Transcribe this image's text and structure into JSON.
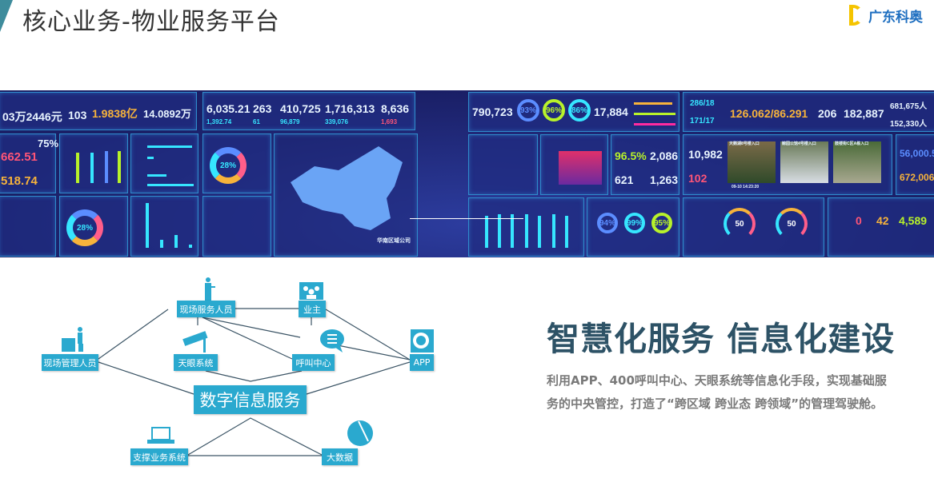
{
  "header": {
    "title": "核心业务-物业服务平台",
    "logo_text": "广东科奥"
  },
  "dashboard": {
    "digits_a": "03万2446元",
    "digits_b": "103",
    "val_c": "1.9838亿",
    "val_d": "14.0892万",
    "v1": "662.51",
    "v2": "75%",
    "v3": "518.74",
    "donut1": "28%",
    "donut2": "28%",
    "k1": "6,035.21",
    "k2": "263",
    "k3": "410,725",
    "k4": "1,716,313",
    "k5": "8,636",
    "k1s": "1,392.74",
    "k2s": "61",
    "k3s": "96,879",
    "k4s": "339,076",
    "k5s": "1,693",
    "map_label": "华南区域公司",
    "m1": "790,723",
    "g1": "93%",
    "g2": "96%",
    "g3": "86%",
    "m2": "17,884",
    "s1": "286/18",
    "s2": "171/17",
    "s3": "126.062/86.291",
    "s4": "206",
    "s5": "182,887",
    "s6": "681,675人",
    "s7": "152,330人",
    "e1": "96.5%",
    "e2": "2,086",
    "e3": "621",
    "e4": "1,263",
    "p1": "10,982",
    "p2": "102",
    "cam1": "天鹅湖8号楼入口",
    "cam2": "鲸园公馆4号楼入口",
    "cam3": "鼓楼街C区A栋入口",
    "cam_time": "09-10 14:23:20",
    "r1": "56,000.5",
    "r2": "672,006",
    "h1": "94%",
    "h2": "99%",
    "h3": "95%",
    "gauge1": "50",
    "gauge2": "50",
    "w1": "0",
    "w2": "42",
    "w3": "4,589"
  },
  "diagram": {
    "hub": "数字信息服务",
    "nodes": {
      "field_staff": "现场服务人员",
      "owner": "业主",
      "manager": "现场管理人员",
      "skyeye": "天眼系统",
      "call": "呼叫中心",
      "app": "APP",
      "support": "支撑业务系统",
      "bigdata": "大数据"
    }
  },
  "content": {
    "headline": "智慧化服务 信息化建设",
    "description": "利用APP、400呼叫中心、天眼系统等信息化手段，实现基础服务的中央管控，打造了“跨区域 跨业态 跨领域”的管理驾驶舱。"
  }
}
